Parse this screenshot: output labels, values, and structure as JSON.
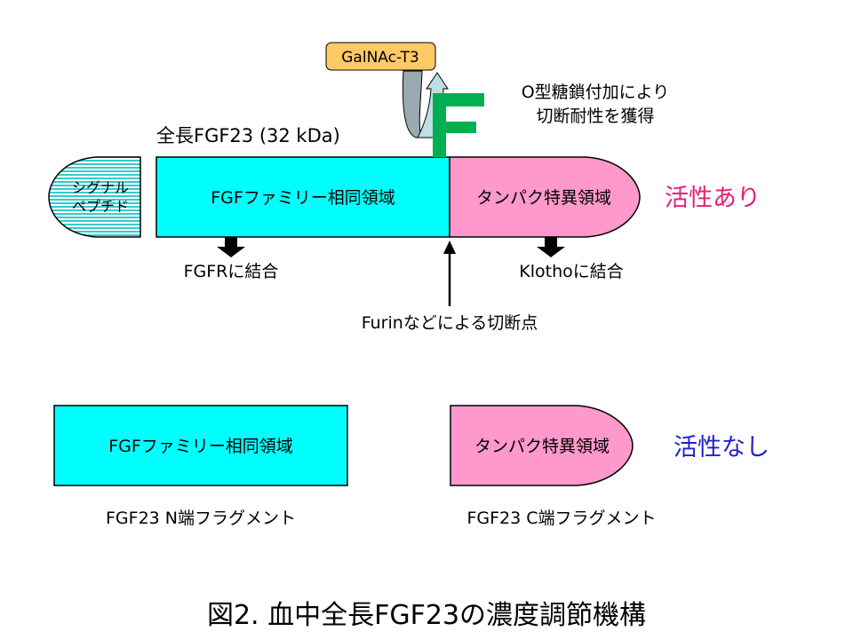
{
  "full_length": {
    "title": "全長FGF23 (32 kDa)",
    "signal_peptide": {
      "line1": "シグナル",
      "line2": "ペプチド"
    },
    "fgf_domain": "FGFファミリー相同領域",
    "protein_specific_domain": "タンパク特異領域",
    "activity": "活性あり",
    "fgfr_binding": "FGFRに結合",
    "klotho_binding": "Klothoに結合",
    "cleavage_site": "Furinなどによる切断点",
    "enzyme": "GalNAc-T3",
    "glycosylation_marker": "F",
    "glycosylation_note": {
      "line1": "O型糖鎖付加により",
      "line2": "切断耐性を獲得"
    }
  },
  "fragments": {
    "n_terminal": {
      "domain": "FGFファミリー相同領域",
      "label": "FGF23 N端フラグメント"
    },
    "c_terminal": {
      "domain": "タンパク特異領域",
      "label": "FGF23 C端フラグメント"
    },
    "activity": "活性なし"
  },
  "caption": "図2. 血中全長FGF23の濃度調節機構",
  "colors": {
    "fgf_domain": "#00FFFF",
    "protein_specific": "#FF99CC",
    "signal_stripe": "#33CCCC",
    "enzyme_box": "#FFC966",
    "glyco_marker": "#00B050",
    "active": "#E6207A",
    "inactive": "#1F1FCC"
  }
}
